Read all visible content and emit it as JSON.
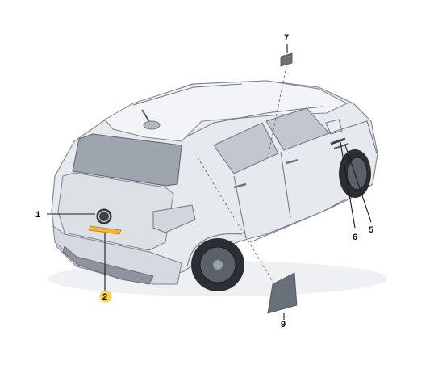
{
  "callouts": [
    {
      "id": "1",
      "label": "1"
    },
    {
      "id": "2",
      "label": "2",
      "highlighted": true
    },
    {
      "id": "5",
      "label": "5"
    },
    {
      "id": "6",
      "label": "6"
    },
    {
      "id": "7",
      "label": "7"
    },
    {
      "id": "9",
      "label": "9"
    }
  ],
  "colors": {
    "car_body": "#e6e9ee",
    "car_shadow": "#c8cdd4",
    "glass": "#9ea5ae",
    "glass_dark": "#6f7680",
    "tire": "#2b2e33",
    "highlight_part": "#f3b43a",
    "badge_highlight": "#f7d35a",
    "sticker": "#6a7079"
  }
}
